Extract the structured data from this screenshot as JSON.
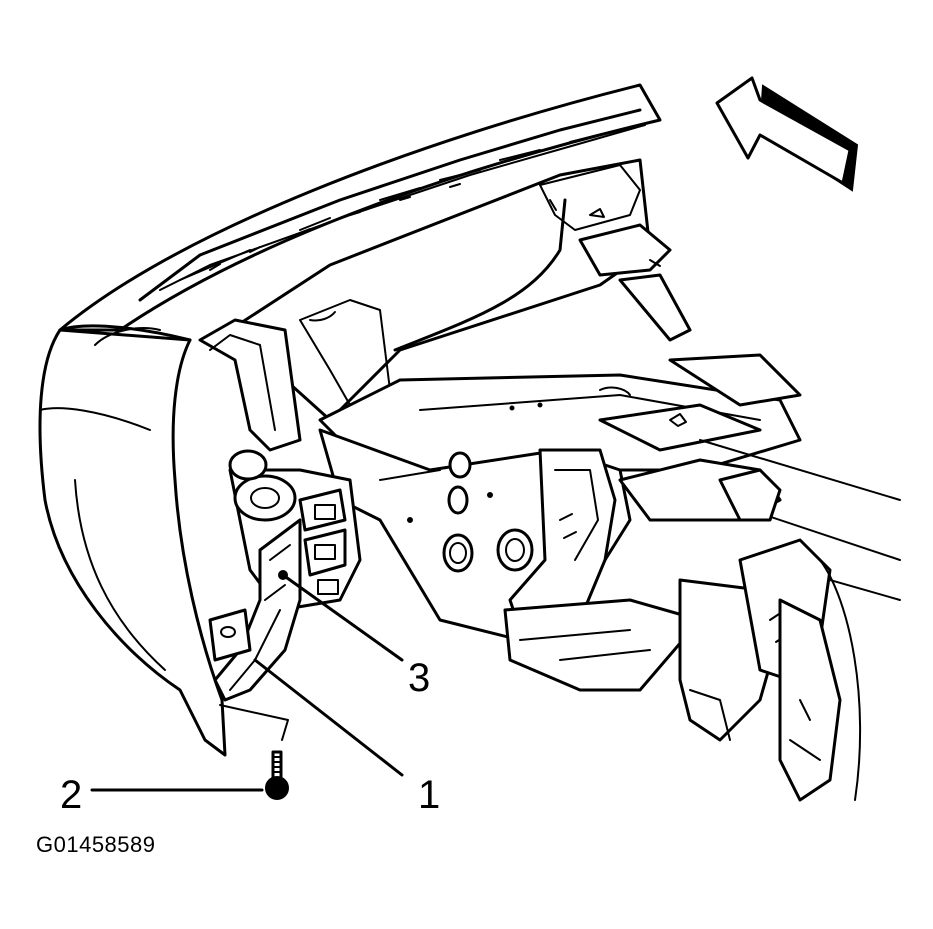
{
  "figure": {
    "id_label": "G01458589",
    "callouts": [
      {
        "number": "1"
      },
      {
        "number": "2"
      },
      {
        "number": "3"
      }
    ],
    "icons": [
      "direction-arrow-icon",
      "bolt-icon"
    ]
  }
}
